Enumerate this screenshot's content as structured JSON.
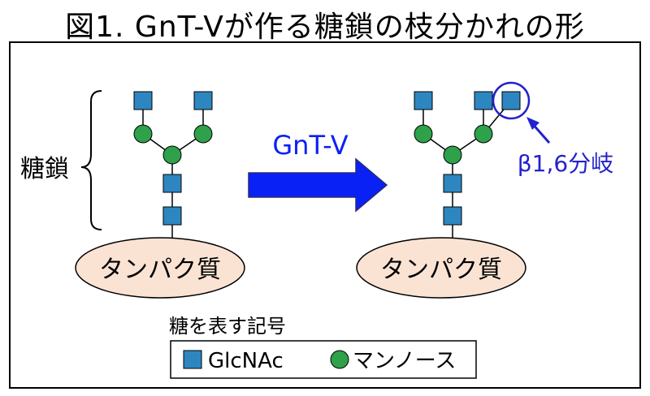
{
  "title": "図1. GnT-Vが作る糖鎖の枝分かれの形",
  "diagram": {
    "sugar_chain_label": "糖鎖",
    "enzyme_label": "GnT-V",
    "protein_label_left": "タンパク質",
    "protein_label_right": "タンパク質",
    "branch_label": "β1,6分岐"
  },
  "legend": {
    "heading": "糖を表す記号",
    "items": [
      {
        "shape": "square",
        "label": "GlcNAc"
      },
      {
        "shape": "circle",
        "label": "マンノース"
      }
    ]
  },
  "colors": {
    "glcnac": "#2e86c1",
    "mannose": "#2ea14a",
    "protein_fill": "#fbe3d4",
    "arrow": "#0a21f5",
    "highlight": "#2222cc"
  }
}
